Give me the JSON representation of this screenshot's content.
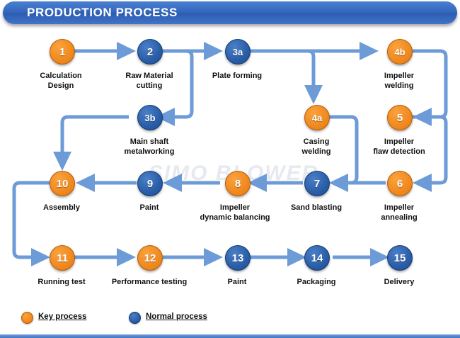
{
  "header": {
    "title": "PRODUCTION PROCESS"
  },
  "watermark": "SIMO BLOWER",
  "legend": {
    "key": {
      "label": "Key process",
      "color": "#f08a20",
      "icon": "orange-circle-icon"
    },
    "normal": {
      "label": "Normal process",
      "color": "#2b5ea8",
      "icon": "blue-circle-icon"
    }
  },
  "colors": {
    "key_process": "#f08a20",
    "normal_process": "#2b5ea8",
    "connector": "#6d9bd8",
    "header_bar": "#3266bd"
  },
  "nodes": [
    {
      "id": "1",
      "type": "key",
      "label": "Calculation\nDesign",
      "label_line1": "Calculation",
      "label_line2": "Design"
    },
    {
      "id": "2",
      "type": "normal",
      "label": "Raw Material\ncutting",
      "label_line1": "Raw Material",
      "label_line2": "cutting"
    },
    {
      "id": "3a",
      "type": "normal",
      "label": "Plate forming",
      "label_line1": "Plate forming",
      "label_line2": ""
    },
    {
      "id": "4b",
      "type": "key",
      "label": "Impeller\nwelding",
      "label_line1": "Impeller",
      "label_line2": "welding"
    },
    {
      "id": "3b",
      "type": "normal",
      "label": "Main shaft\nmetalworking",
      "label_line1": "Main shaft",
      "label_line2": "metalworking"
    },
    {
      "id": "4a",
      "type": "key",
      "label": "Casing\nwelding",
      "label_line1": "Casing",
      "label_line2": "welding"
    },
    {
      "id": "5",
      "type": "key",
      "label": "Impeller\nflaw detection",
      "label_line1": "Impeller",
      "label_line2": "flaw detection"
    },
    {
      "id": "10",
      "type": "key",
      "label": "Assembly",
      "label_line1": "Assembly",
      "label_line2": ""
    },
    {
      "id": "9",
      "type": "normal",
      "label": "Paint",
      "label_line1": "Paint",
      "label_line2": ""
    },
    {
      "id": "8",
      "type": "key",
      "label": "Impeller\ndynamic balancing",
      "label_line1": "Impeller",
      "label_line2": "dynamic balancing"
    },
    {
      "id": "7",
      "type": "normal",
      "label": "Sand blasting",
      "label_line1": "Sand blasting",
      "label_line2": ""
    },
    {
      "id": "6",
      "type": "key",
      "label": "Impeller\nannealing",
      "label_line1": "Impeller",
      "label_line2": "annealing"
    },
    {
      "id": "11",
      "type": "key",
      "label": "Running test",
      "label_line1": "Running test",
      "label_line2": ""
    },
    {
      "id": "12",
      "type": "key",
      "label": "Performance testing",
      "label_line1": "Performance testing",
      "label_line2": ""
    },
    {
      "id": "13",
      "type": "normal",
      "label": "Paint",
      "label_line1": "Paint",
      "label_line2": ""
    },
    {
      "id": "14",
      "type": "normal",
      "label": "Packaging",
      "label_line1": "Packaging",
      "label_line2": ""
    },
    {
      "id": "15",
      "type": "normal",
      "label": "Delivery",
      "label_line1": "Delivery",
      "label_line2": ""
    }
  ],
  "flow": [
    {
      "from": "1",
      "to": "2"
    },
    {
      "from": "2",
      "to": "3a"
    },
    {
      "from": "2",
      "to": "3b"
    },
    {
      "from": "3a",
      "to": "4b"
    },
    {
      "from": "3a",
      "to": "4a"
    },
    {
      "from": "4b",
      "to": "5"
    },
    {
      "from": "5",
      "to": "6"
    },
    {
      "from": "6",
      "to": "7"
    },
    {
      "from": "4a",
      "to": "7"
    },
    {
      "from": "7",
      "to": "8"
    },
    {
      "from": "8",
      "to": "9"
    },
    {
      "from": "9",
      "to": "10"
    },
    {
      "from": "3b",
      "to": "10"
    },
    {
      "from": "10",
      "to": "11"
    },
    {
      "from": "11",
      "to": "12"
    },
    {
      "from": "12",
      "to": "13"
    },
    {
      "from": "13",
      "to": "14"
    },
    {
      "from": "14",
      "to": "15"
    }
  ]
}
